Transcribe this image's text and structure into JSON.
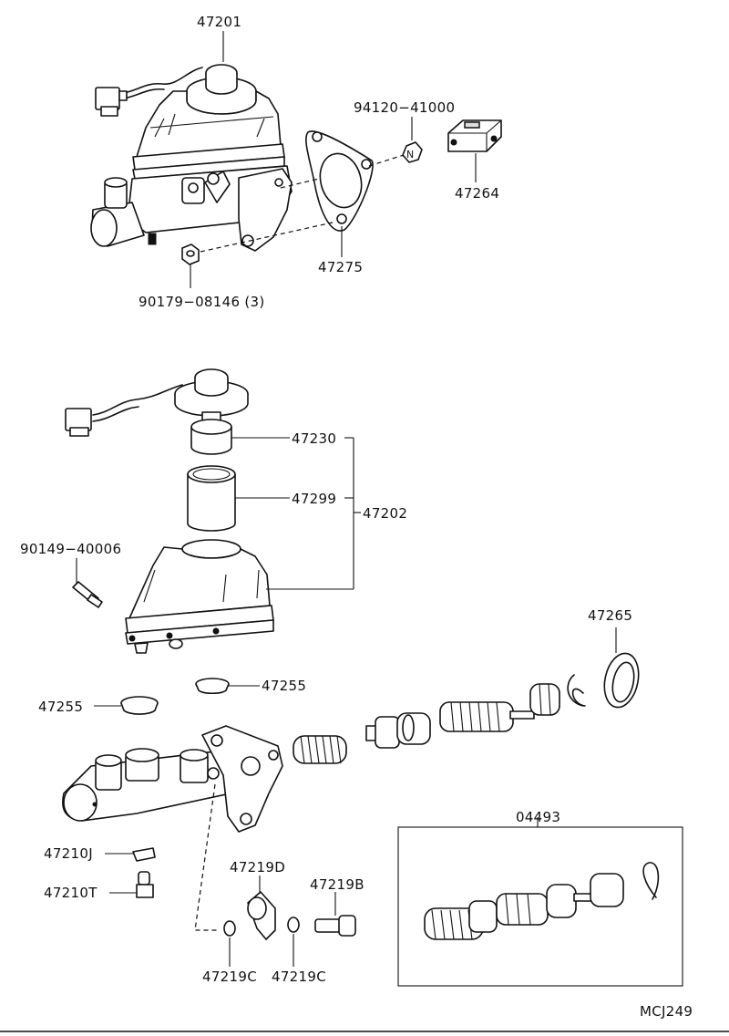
{
  "labels": {
    "p47201": "47201",
    "p94120": "94120−41000",
    "p47264": "47264",
    "p47275": "47275",
    "p90179": "90179−08146 (3)",
    "p47230": "47230",
    "p47299": "47299",
    "p47202": "47202",
    "p90149": "90149−40006",
    "p47265": "47265",
    "p47255a": "47255",
    "p47255b": "47255",
    "p04493": "04493",
    "p47210J": "47210J",
    "p47210T": "47210T",
    "p47219D": "47219D",
    "p47219B": "47219B",
    "p47219C1": "47219C",
    "p47219C2": "47219C",
    "nut_mark": "N",
    "code": "MCJ249"
  }
}
